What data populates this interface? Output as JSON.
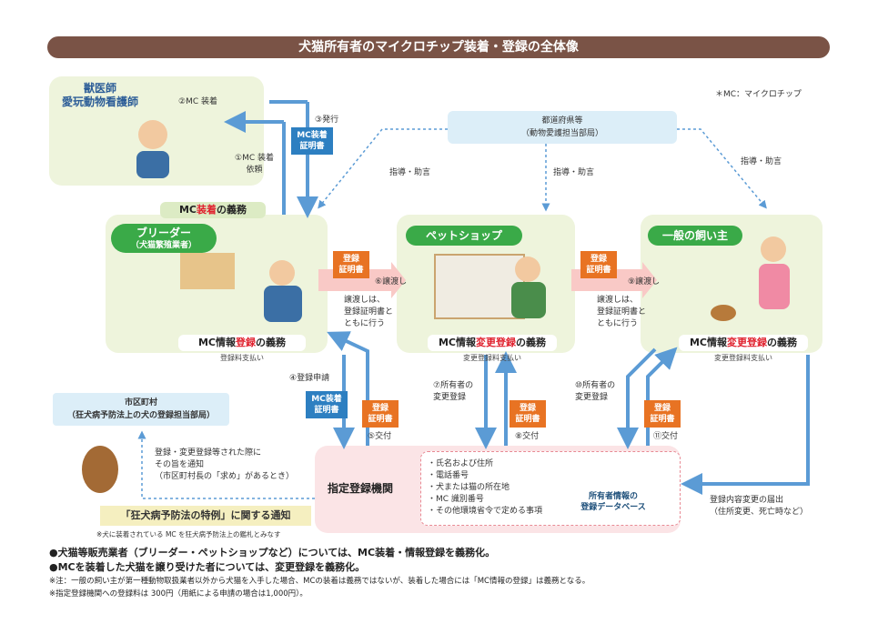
{
  "title": "犬猫所有者のマイクロチップ装着・登録の全体像",
  "mc_note": "＊MC：マイクロチップ",
  "vet": {
    "line1": "獣医師",
    "line2": "愛玩動物看護師"
  },
  "labels": {
    "mc_soutyaku": "②MC 装着",
    "hakkou": "③発行",
    "irai1": "①MC 装着",
    "irai2": "依頼",
    "shidou1": "指導・助言",
    "shidou2": "指導・助言",
    "shidou3": "指導・助言",
    "joto6": "⑥譲渡し",
    "joto9": "⑨譲渡し",
    "joto_note1": "譲渡しは、",
    "joto_note2": "登録証明書と",
    "joto_note3": "ともに行う",
    "shinsei4": "④登録申請",
    "koufu5": "⑤交付",
    "henkou7a": "⑦所有者の",
    "henkou7b": "変更登録",
    "koufu8": "⑧交付",
    "henkou10a": "⑩所有者の",
    "henkou10b": "変更登録",
    "koufu11": "⑪交付",
    "todoke1": "登録内容変更の届出",
    "todoke2": "（住所変更、死亡時など）",
    "tsuchi1": "登録・変更登録等された際に",
    "tsuchi2": "その旨を通知",
    "tsuchi3": "（市区町村長の「求め」があるとき）"
  },
  "boxes": {
    "mc_cert1": "MC装着",
    "mc_cert2": "証明書",
    "reg_cert1": "登録",
    "reg_cert2": "証明書"
  },
  "duties": {
    "soutyaku_pre": "MC",
    "soutyaku_red": "装着",
    "soutyaku_post": "の義務",
    "breeder_pre": "MC情報",
    "breeder_red": "登録",
    "breeder_post": "の義務",
    "breeder_sub": "登録料支払い",
    "pet_pre": "MC情報",
    "pet_red": "変更登録",
    "pet_post": "の義務",
    "pet_sub": "変更登録料支払い",
    "owner_pre": "MC情報",
    "owner_red": "変更登録",
    "owner_post": "の義務",
    "owner_sub": "変更登録料支払い"
  },
  "actors": {
    "breeder": "ブリーダー",
    "breeder_sub": "（犬猫繁殖業者）",
    "petshop": "ペットショップ",
    "owner": "一般の飼い主"
  },
  "pref": {
    "line1": "都道府県等",
    "line2": "（動物愛護担当部局）"
  },
  "city": {
    "line1": "市区町村",
    "line2": "（狂犬病予防法上の犬の登録担当部局）"
  },
  "tokurei": "「狂犬病予防法の特例」に関する通知",
  "tokurei_note": "※犬に装着されている MC を狂犬病予防法上の鑑札とみなす",
  "registry": {
    "name": "指定登録機関",
    "items": [
      "・氏名および住所",
      "・電話番号",
      "・犬または猫の所在地",
      "・MC 識別番号",
      "・その他環境省令で定める事項"
    ],
    "db1": "所有者情報の",
    "db2": "登録データベース"
  },
  "bullets": {
    "b1": "●犬猫等販売業者（ブリーダー・ペットショップなど）については、MC装着・情報登録を義務化。",
    "b2": "●MCを装着した犬猫を譲り受けた者については、変更登録を義務化。",
    "n1": "※注：一般の飼い主が第一種動物取扱業者以外から犬猫を入手した場合、MCの装着は義務ではないが、装着した場合には「MC情報の登録」は義務となる。",
    "n2": "※指定登録機関への登録料は 300円（用紙による申請の場合は1,000円）。"
  },
  "colors": {
    "title_bg": "#7a5346",
    "zone_green": "#eef4dc",
    "pill_green": "#3aaa48",
    "arrow_blue": "#5b9bd5",
    "orange": "#e87323",
    "red": "#e0212e",
    "registry_pink": "#fbe4e6"
  }
}
